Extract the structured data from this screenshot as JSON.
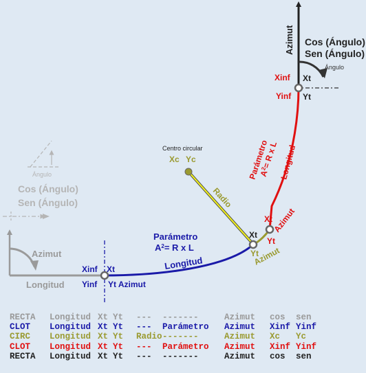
{
  "colors": {
    "gray": "#9a9a9a",
    "blue": "#1a1aa8",
    "olive": "#9a9a30",
    "red": "#e01010",
    "black": "#222222",
    "yellow": "#eeee22"
  },
  "diagram": {
    "top_right": {
      "azimut": "Azimut",
      "cos": "Cos  (Ángulo)",
      "sen": "Sen  (Ángulo)",
      "angulo": "Ángulo",
      "xinf": "Xinf",
      "yinf": "Yinf",
      "xt": "Xt",
      "yt": "Yt"
    },
    "red_clothoid": {
      "parametro": "Parámetro",
      "formula_a": "A",
      "formula_sup": "2",
      "formula_rest": "= R x L",
      "longitud": "Longitud",
      "azimut": "Azimut",
      "xt": "Xt",
      "yt": "Yt"
    },
    "circle": {
      "centro": "Centro circular",
      "xc": "Xc",
      "yc": "Yc",
      "radio": "Radio",
      "xt": "Xt",
      "yt": "Yt",
      "azimut": "Azimut"
    },
    "left_panel": {
      "angulo": "Ángulo",
      "cos": "Cos  (Ángulo)",
      "sen": "Sen  (Ángulo)"
    },
    "bottom": {
      "azimut_gray": "Azimut",
      "longitud_gray": "Longitud",
      "xinf": "Xinf",
      "yinf": "Yinf",
      "xt": "Xt",
      "yt_azimut": "Yt Azimut",
      "parametro": "Parámetro",
      "formula_a": "A",
      "formula_sup": "2",
      "formula_rest": "= R x L",
      "longitud_blue": "Longitud"
    }
  },
  "legend": [
    {
      "color": "#9a9a9a",
      "cols": [
        "RECTA",
        "Longitud",
        "Xt",
        "Yt",
        "---",
        "-------",
        "Azimut",
        "cos",
        "sen"
      ]
    },
    {
      "color": "#1a1aa8",
      "cols": [
        "CLOT",
        "Longitud",
        "Xt",
        "Yt",
        "---",
        "Parámetro",
        "Azimut",
        "Xinf",
        "Yinf"
      ]
    },
    {
      "color": "#9a9a30",
      "cols": [
        "CIRC",
        "Longitud",
        "Xt",
        "Yt",
        "Radio",
        "-------",
        "Azimut",
        "Xc",
        "Yc"
      ]
    },
    {
      "color": "#e01010",
      "cols": [
        "CLOT",
        "Longitud",
        "Xt",
        "Yt",
        "---",
        "Parámetro",
        "Azimut",
        "Xinf",
        "Yinf"
      ]
    },
    {
      "color": "#222222",
      "cols": [
        "RECTA",
        "Longitud",
        "Xt",
        "Yt",
        "---",
        "-------",
        "Azimut",
        "cos",
        "sen"
      ]
    }
  ]
}
